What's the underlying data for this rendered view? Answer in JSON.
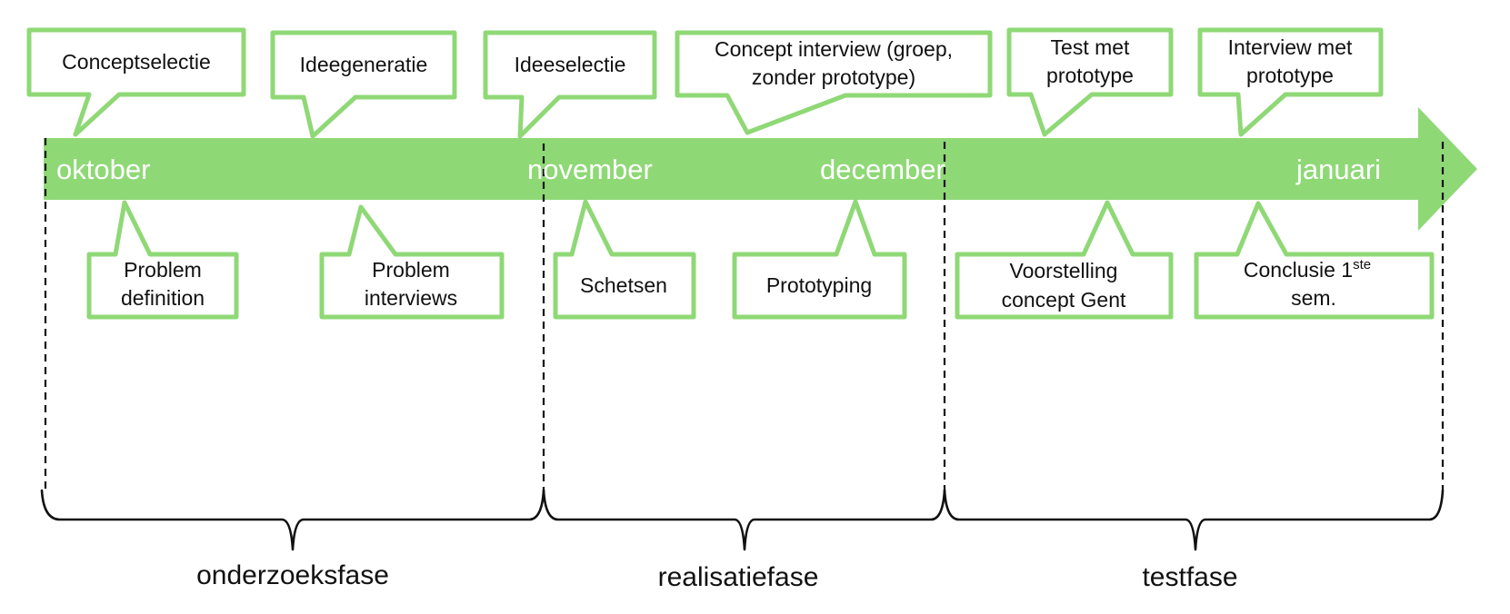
{
  "colors": {
    "arrow": "#8fd876",
    "callout_border": "#8fd876",
    "month_text": "#ffffff",
    "bracket": "#111111"
  },
  "months": {
    "oktober": "oktober",
    "november": "november",
    "december": "december",
    "januari": "januari"
  },
  "callouts_top": {
    "conceptselectie": "Conceptselectie",
    "ideegeneratie": "Ideegeneratie",
    "ideeselectie": "Ideeselectie",
    "concept_interview_line1": "Concept interview (groep,",
    "concept_interview_line2": "zonder prototype)",
    "test_prototype_line1": "Test met",
    "test_prototype_line2": "prototype",
    "interview_prototype_line1": "Interview met",
    "interview_prototype_line2": "prototype"
  },
  "callouts_bottom": {
    "problem_definition_line1": "Problem",
    "problem_definition_line2": "definition",
    "problem_interviews_line1": "Problem",
    "problem_interviews_line2": "interviews",
    "schetsen": "Schetsen",
    "prototyping": "Prototyping",
    "voorstelling_line1": "Voorstelling",
    "voorstelling_line2": "concept Gent",
    "conclusie_line1": "Conclusie 1",
    "conclusie_sup": "ste",
    "conclusie_line2": "sem."
  },
  "phases": {
    "onderzoeksfase": "onderzoeksfase",
    "realisatiefase": "realisatiefase",
    "testfase": "testfase"
  }
}
